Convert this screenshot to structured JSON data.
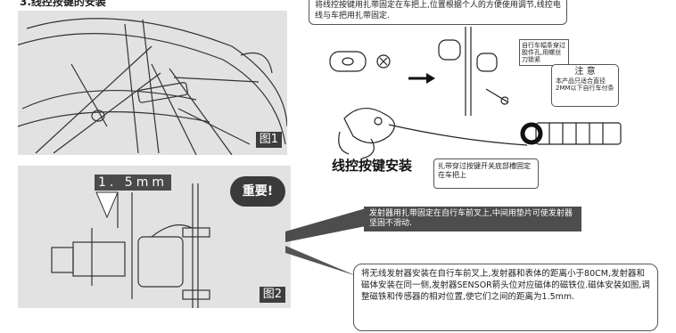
{
  "top_partial_heading": "3.线控按键的安装",
  "fig1_label": "图1",
  "fig2_label": "图2",
  "distance_label": "1. 5mm",
  "important_badge": "重要!",
  "instruction_top": "将线控按键用扎带固定在车把上,位置根据个人的方便使用调节,线控电线与车把用扎带固定.",
  "note_bike_bolt": "自行车幅条穿过胶件孔,用螺丝刀锁紧",
  "notice_title": "注 意",
  "notice_body": "本产品只适合直径2MM以下自行车付条",
  "remote_heading": "线控按键安装",
  "note_strap": "扎带穿过按键开关底部槽固定在车把上",
  "transmitter_callout": "发射器用扎带固定在自行车前叉上,中间用垫片可使发射器坚固不滑动.",
  "instruction_bottom": "将无线发射器安装在自行车前叉上,发射器和表体的距离小于80CM,发射器和磁体安装在同一侧,发射器SENSOR箭头位对应磁体的磁铁位.磁体安装如图,调整磁铁和传感器的相对位置,使它们之间的距离为1.5mm."
}
